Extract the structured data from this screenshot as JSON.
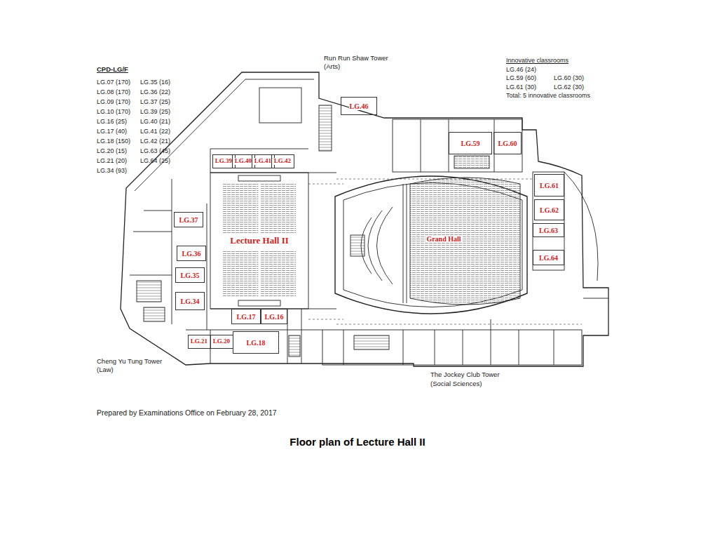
{
  "diagram": {
    "title": "CPD-LG/F",
    "caption": "Floor plan of Lecture Hall II",
    "nodes": [
      {
        "text": [
          "LG.46"
        ]
      },
      {
        "text": [
          "LG.59"
        ]
      },
      {
        "text": [
          "LG.60"
        ]
      },
      {
        "text": [
          "LG.39"
        ]
      },
      {
        "text": [
          "LG.40"
        ]
      },
      {
        "text": [
          "LG.41"
        ]
      },
      {
        "text": [
          "LG.42"
        ]
      },
      {
        "text": [
          "LG.61"
        ]
      },
      {
        "text": [
          "LG.62"
        ]
      },
      {
        "text": [
          "LG.37"
        ]
      },
      {
        "text": [
          "Lecture Hall II"
        ]
      },
      {
        "text": [
          "Grand Hall"
        ]
      },
      {
        "text": [
          "LG.63"
        ]
      },
      {
        "text": [
          "LG.36"
        ]
      },
      {
        "text": [
          "LG.64"
        ]
      },
      {
        "text": [
          "LG.35"
        ]
      },
      {
        "text": [
          "LG.34"
        ]
      },
      {
        "text": [
          "LG.17"
        ]
      },
      {
        "text": [
          "LG.16"
        ]
      },
      {
        "text": [
          "LG.21"
        ]
      },
      {
        "text": [
          "LG.20"
        ]
      },
      {
        "text": [
          "LG.18"
        ]
      }
    ],
    "labels": [
      "LG.07 (170)",
      "LG.35 (16)",
      "LG.08 (170)",
      "LG.36 (22)",
      "LG.09 (170)",
      "LG.37 (25)",
      "LG.10 (170)",
      "LG.39 (25)",
      "LG.16 (25)",
      "LG.40 (21)",
      "LG.17 (40)",
      "LG.41 (22)",
      "LG.18 (150)",
      "LG.42 (21)",
      "LG.20 (15)",
      "LG.63 (45)",
      "LG.21 (20)",
      "LG.64 (25)",
      "LG.34 (93)",
      "Run Run Shaw Tower",
      "(Arts)",
      "Innovative classrooms",
      "LG.46 (24)",
      "LG.59 (60)",
      "LG.60 (30)",
      "LG.61 (30)",
      "LG.62 (30)",
      "Total: 5 innovative classrooms",
      "Cheng Yu Tung Tower",
      "(Law)",
      "The Jockey Club Tower",
      "(Social Sciences)",
      "Prepared by Examinations Office on February 28, 2017"
    ]
  }
}
